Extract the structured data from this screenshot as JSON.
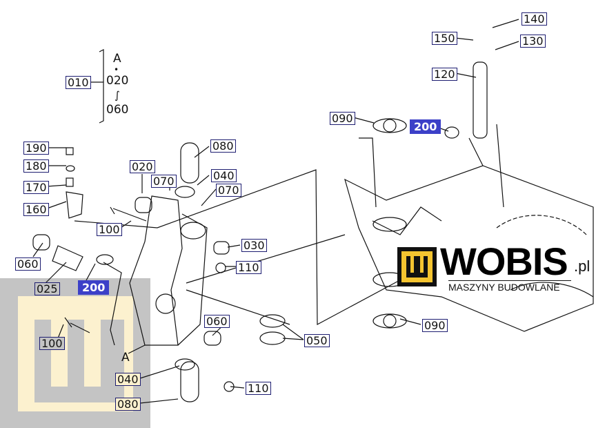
{
  "labels": {
    "l140": "140",
    "l150": "150",
    "l130": "130",
    "l120": "120",
    "l090a": "090",
    "l200a": "200",
    "l010": "010",
    "l190": "190",
    "l180": "180",
    "l170": "170",
    "l160": "160",
    "l080a": "080",
    "l020": "020",
    "l070a": "070",
    "l040a": "040",
    "l070b": "070",
    "l100a": "100",
    "l030": "030",
    "l060a": "060",
    "l110a": "110",
    "l025": "025",
    "l200b": "200",
    "l060b": "060",
    "l050": "050",
    "l100b": "100",
    "l040b": "040",
    "l110b": "110",
    "l080b": "080",
    "l090b": "090"
  },
  "legend": {
    "top": "A",
    "dot": "•",
    "mid": "020",
    "tilde": "∫",
    "bottom": "060"
  },
  "marker_a": "A",
  "watermark": {
    "brand": "WOBIS",
    "tld": ".pl",
    "tagline": "MASZYNY BUDOWLANE",
    "colors": {
      "yellow": "#f4c430",
      "cream": "#fcf1cf",
      "gray": "#c4c4c4"
    }
  },
  "colors": {
    "label_border": "#1c1c70",
    "highlight": "#3c40c8"
  }
}
